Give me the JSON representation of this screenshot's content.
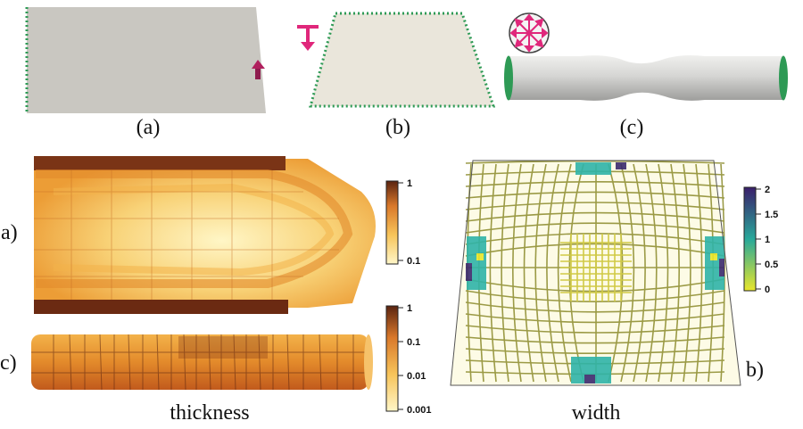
{
  "labels": {
    "top_a": "(a)",
    "top_b": "(b)",
    "top_c": "(c)",
    "side_a": "a)",
    "side_c": "c)",
    "side_b": "b)",
    "caption_thickness": "thickness",
    "caption_width": "width"
  },
  "colorbars": {
    "thickness_top": {
      "ticks": [
        "1",
        "0.1"
      ]
    },
    "thickness_bottom": {
      "ticks": [
        "1",
        "0.1",
        "0.01",
        "0.001"
      ]
    },
    "width": {
      "ticks": [
        "2",
        "1.5",
        "1",
        "0.5",
        "0"
      ]
    }
  },
  "colors": {
    "panel_gray": "#c9c7c1",
    "boundary_green": "#2e9a55",
    "arrow_pink": "#e0277b",
    "thickness_dark": "#6b2a12",
    "thickness_light": "#fff3c0",
    "width_low": "#e8e62a",
    "width_mid": "#2fb4a8",
    "width_high": "#3a2a6e"
  }
}
